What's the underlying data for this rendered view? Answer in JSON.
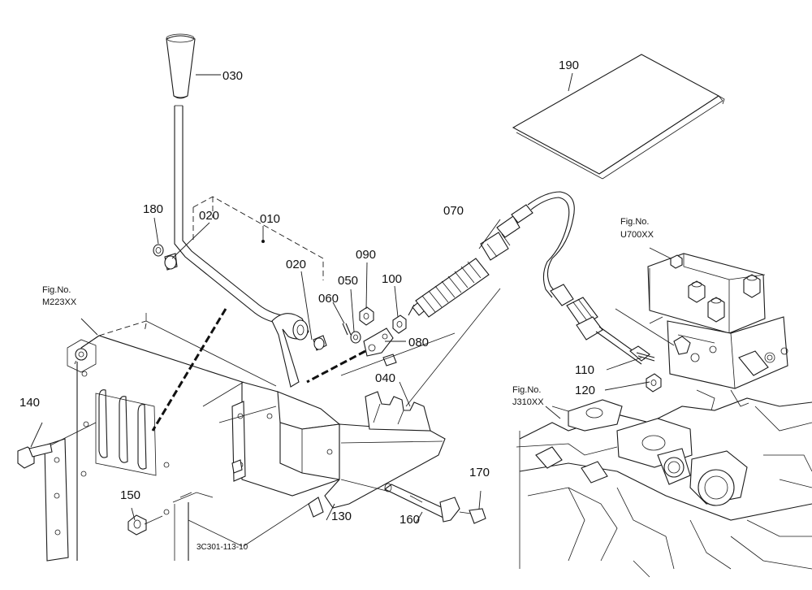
{
  "diagram": {
    "parts": [
      {
        "id": "030",
        "label": "030"
      },
      {
        "id": "180",
        "label": "180"
      },
      {
        "id": "020a",
        "label": "020"
      },
      {
        "id": "010",
        "label": "010"
      },
      {
        "id": "020b",
        "label": "020"
      },
      {
        "id": "070",
        "label": "070"
      },
      {
        "id": "090",
        "label": "090"
      },
      {
        "id": "050",
        "label": "050"
      },
      {
        "id": "100",
        "label": "100"
      },
      {
        "id": "060",
        "label": "060"
      },
      {
        "id": "080",
        "label": "080"
      },
      {
        "id": "040",
        "label": "040"
      },
      {
        "id": "140",
        "label": "140"
      },
      {
        "id": "150",
        "label": "150"
      },
      {
        "id": "130",
        "label": "130"
      },
      {
        "id": "160",
        "label": "160"
      },
      {
        "id": "170",
        "label": "170"
      },
      {
        "id": "110",
        "label": "110"
      },
      {
        "id": "120",
        "label": "120"
      },
      {
        "id": "190",
        "label": "190"
      }
    ],
    "figure_refs": [
      {
        "id": "M223XX",
        "line1": "Fig.No.",
        "line2": "M223XX"
      },
      {
        "id": "U700XX",
        "line1": "Fig.No.",
        "line2": "U700XX"
      },
      {
        "id": "J310XX",
        "line1": "Fig.No.",
        "line2": "J310XX"
      }
    ],
    "drawing_code": "3C301-113-10"
  }
}
